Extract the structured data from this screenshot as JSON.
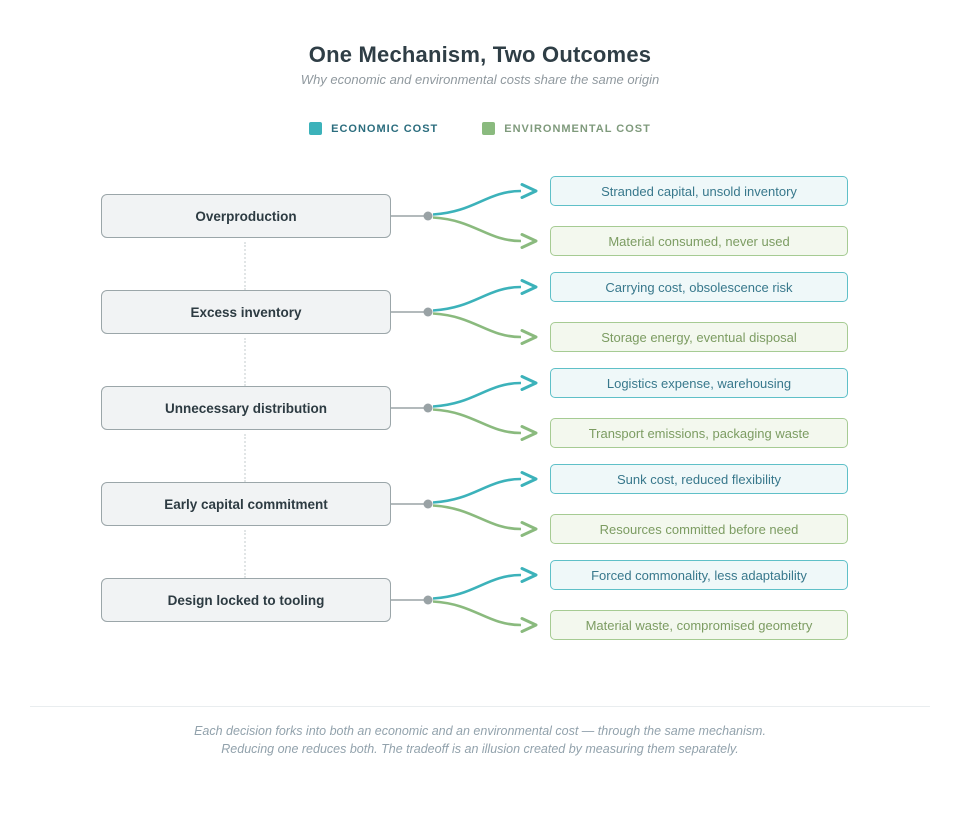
{
  "title": "One Mechanism, Two Outcomes",
  "subtitle": "Why economic and environmental costs share the same origin",
  "legend": {
    "economic": {
      "label": "ECONOMIC COST",
      "color": "#3cb2ba"
    },
    "environmental": {
      "label": "ENVIRONMENTAL COST",
      "color": "#8aba7e"
    }
  },
  "rows": [
    {
      "source": "Overproduction",
      "economic": "Stranded capital, unsold inventory",
      "environmental": "Material consumed, never used"
    },
    {
      "source": "Excess inventory",
      "economic": "Carrying cost, obsolescence risk",
      "environmental": "Storage energy, eventual disposal"
    },
    {
      "source": "Unnecessary distribution",
      "economic": "Logistics expense, warehousing",
      "environmental": "Transport emissions, packaging waste"
    },
    {
      "source": "Early capital commitment",
      "economic": "Sunk cost, reduced flexibility",
      "environmental": "Resources committed before need"
    },
    {
      "source": "Design locked to tooling",
      "economic": "Forced commonality, less adaptability",
      "environmental": "Material waste, compromised geometry"
    }
  ],
  "footer": {
    "line1": "Each decision forks into both an economic and an environmental cost — through the same mechanism.",
    "line2": "Reducing one reduces both. The tradeoff is an illusion created by measuring them separately."
  }
}
